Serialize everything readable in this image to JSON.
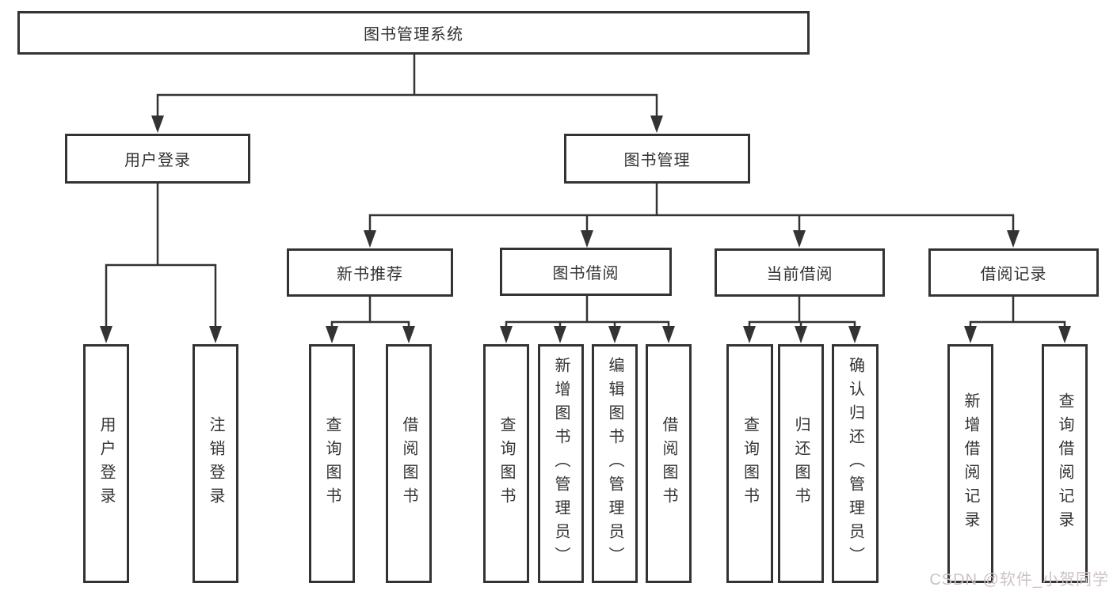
{
  "diagram": {
    "tree": {
      "label": "图书管理系统",
      "children": [
        {
          "label": "用户登录",
          "children": [
            {
              "label": "用户登录"
            },
            {
              "label": "注销登录"
            }
          ]
        },
        {
          "label": "图书管理",
          "children": [
            {
              "label": "新书推荐",
              "children": [
                {
                  "label": "查询图书"
                },
                {
                  "label": "借阅图书"
                }
              ]
            },
            {
              "label": "图书借阅",
              "children": [
                {
                  "label": "查询图书"
                },
                {
                  "label": "新增图书（管理员）"
                },
                {
                  "label": "编辑图书（管理员）"
                },
                {
                  "label": "借阅图书"
                }
              ]
            },
            {
              "label": "当前借阅",
              "children": [
                {
                  "label": "查询图书"
                },
                {
                  "label": "归还图书"
                },
                {
                  "label": "确认归还（管理员）"
                }
              ]
            },
            {
              "label": "借阅记录",
              "children": [
                {
                  "label": "新增借阅记录"
                },
                {
                  "label": "查询借阅记录"
                }
              ]
            }
          ]
        }
      ]
    },
    "watermark": "CSDN @软件_小贺同学",
    "colors": {
      "line": "#333333",
      "box_border": "#333333",
      "text": "#333333",
      "watermark": "#ccc2c2",
      "background": "#ffffff"
    }
  }
}
